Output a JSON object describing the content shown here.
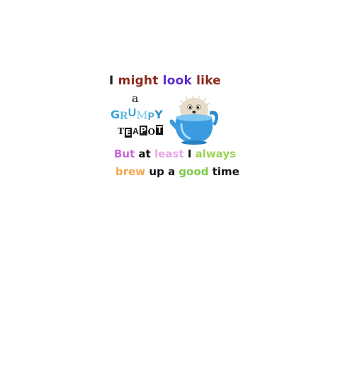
{
  "line1": [
    {
      "text": "I",
      "color": "#1a1a1a"
    },
    {
      "text": "might",
      "color": "#8c2a1e"
    },
    {
      "text": "look",
      "color": "#5b2ad0"
    },
    {
      "text": "like",
      "color": "#8c2a1e"
    }
  ],
  "word_a": "a",
  "grumpy_letters": [
    {
      "ch": "G",
      "color": "#3fa6d6"
    },
    {
      "ch": "R",
      "color": "#5cb8e0"
    },
    {
      "ch": "U",
      "color": "#3aa2cf"
    },
    {
      "ch": "M",
      "color": "#7fc7e6"
    },
    {
      "ch": "P",
      "color": "#4aa9d2"
    },
    {
      "ch": "Y",
      "color": "#2f93c2"
    }
  ],
  "teapot_letters": [
    {
      "ch": "T",
      "fg": "#111111",
      "bg": "#ffffff"
    },
    {
      "ch": "E",
      "fg": "#ffffff",
      "bg": "#111111"
    },
    {
      "ch": "A",
      "fg": "#111111",
      "bg": "#ffffff"
    },
    {
      "ch": "P",
      "fg": "#ffffff",
      "bg": "#222222"
    },
    {
      "ch": "O",
      "fg": "#111111",
      "bg": "#ffffff"
    },
    {
      "ch": "T",
      "fg": "#ffffff",
      "bg": "#111111"
    }
  ],
  "line3": [
    {
      "text": "But",
      "color": "#c56ad6"
    },
    {
      "text": "at",
      "color": "#111111"
    },
    {
      "text": "least",
      "color": "#e7a6e6"
    },
    {
      "text": "I",
      "color": "#111111"
    },
    {
      "text": "always",
      "color": "#9ed35a"
    }
  ],
  "line4": [
    {
      "text": "brew",
      "color": "#f4a64a"
    },
    {
      "text": "up",
      "color": "#111111"
    },
    {
      "text": "a",
      "color": "#111111"
    },
    {
      "text": "good",
      "color": "#7cc84a"
    },
    {
      "text": "time",
      "color": "#111111"
    }
  ],
  "colors": {
    "teapot_body": "#3a9be0",
    "teapot_light": "#7cc6f2",
    "hedgehog": "#e8dcc8",
    "nose": "#3a2a20"
  },
  "illustration": "hedgehog-in-teapot"
}
